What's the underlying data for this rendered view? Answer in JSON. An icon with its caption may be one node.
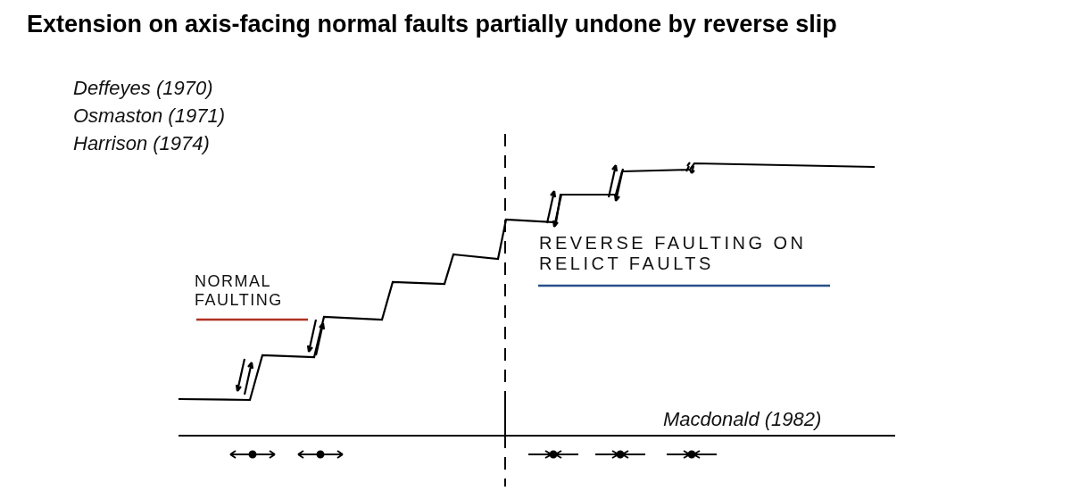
{
  "diagram": {
    "title": "Extension on axis-facing normal faults partially undone by reverse slip",
    "labels": [
      "Deffeyes (1970)",
      "Osmaston (1971)",
      "Harrison (1974)",
      "NORMAL FAULTING",
      "REVERSE FAULTING ON RELICT FAULTS",
      "Macdonald (1982)"
    ]
  }
}
